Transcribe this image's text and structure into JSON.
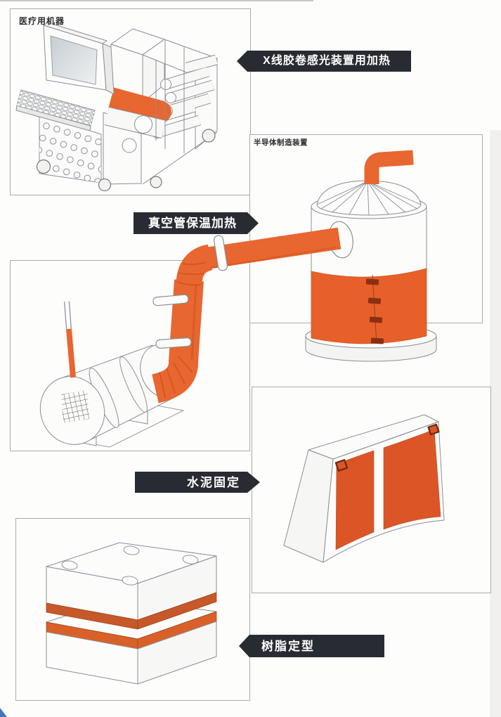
{
  "document": {
    "kind": "heater application catalog illustrations",
    "background": "#fdfdfc"
  },
  "colors": {
    "accent_orange": "#E8662F",
    "deep_orange": "#DC5526",
    "banner_background": "#282B31",
    "banner_text": "#FFFFFF",
    "box_border": "#ABABAB",
    "line_art": "#8A8F94",
    "dark_fastener": "#8A3012"
  },
  "figures": {
    "medical": {
      "label": "医疗用机器"
    },
    "semiconductor": {
      "label": "半导体制造装置"
    }
  },
  "banners": {
    "xray": {
      "label": "X线胶卷感光装置用加热",
      "tip": "left"
    },
    "vacuum": {
      "label": "真空管保温加热",
      "tip": "right"
    },
    "cement": {
      "label": "水泥固定",
      "tip": "right"
    },
    "resin": {
      "label": "树脂定型",
      "tip": "left"
    }
  }
}
